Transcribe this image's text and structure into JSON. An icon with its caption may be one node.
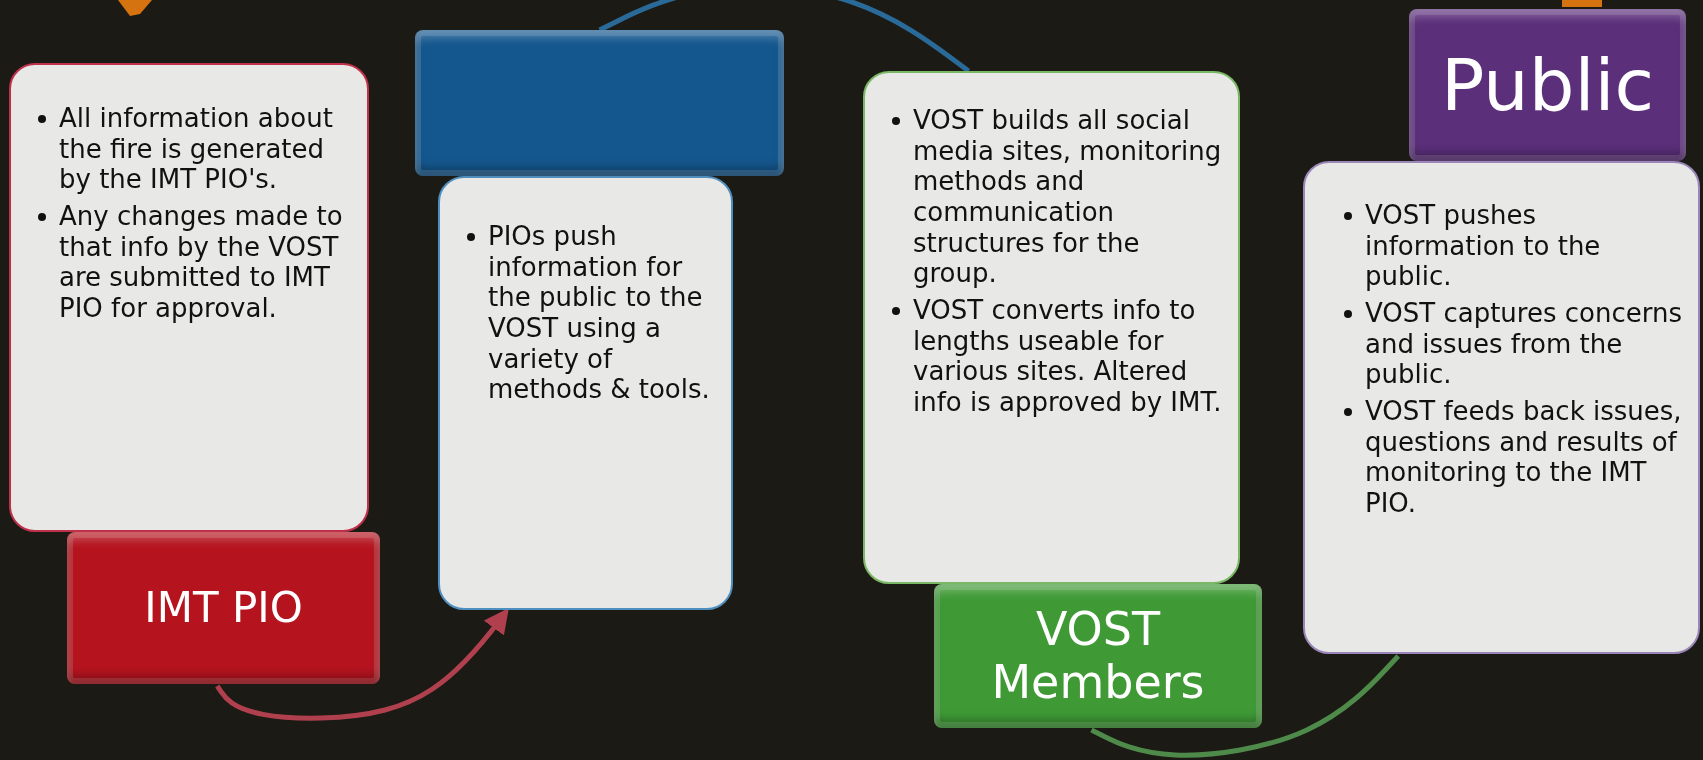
{
  "diagram": {
    "nodes": [
      {
        "text": [
          "All information about the fire is generated by the IMT PIO's.",
          "Any changes made to that info by the VOST are submitted to IMT PIO for approval."
        ]
      },
      {
        "text": [
          "IMT PIO"
        ]
      },
      {
        "text": [],
        "shape": "box"
      },
      {
        "text": [
          "PIOs push information for the public to the VOST using a variety of methods & tools."
        ]
      },
      {
        "text": [
          "VOST builds all social media sites, monitoring methods and communication structures for the group.",
          "VOST converts info to lengths useable for various sites. Altered info is approved by IMT."
        ]
      },
      {
        "text": [
          "VOST Members"
        ]
      },
      {
        "text": [
          "Public"
        ]
      },
      {
        "text": [
          "VOST pushes information to the public.",
          "VOST captures concerns and issues from the public.",
          "VOST feeds back issues, questions and results of monitoring to the IMT PIO."
        ]
      }
    ],
    "edges": [
      {
        "from": 1,
        "to": 3,
        "arrow": "to",
        "color": "#b0404e"
      },
      {
        "from": 2,
        "to": 4,
        "arrow": "none",
        "color": "#2a6a98"
      },
      {
        "from": 5,
        "to": 7,
        "arrow": "none",
        "color": "#4e8a4a"
      }
    ]
  }
}
